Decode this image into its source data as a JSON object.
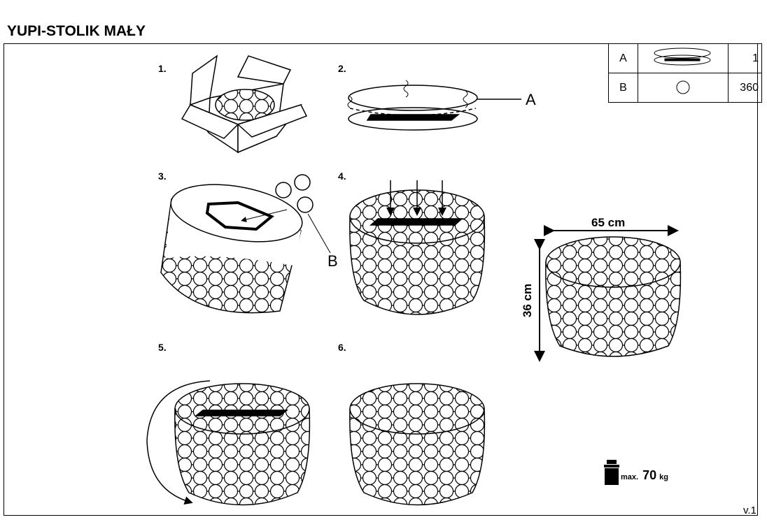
{
  "title": "YUPI-STOLIK MAŁY",
  "steps": [
    "1.",
    "2.",
    "3.",
    "4.",
    "5.",
    "6."
  ],
  "parts": [
    {
      "id": "A",
      "icon": "cover-board-icon",
      "qty": "1"
    },
    {
      "id": "B",
      "icon": "ball-icon",
      "qty": "360"
    }
  ],
  "callouts": {
    "a": "A",
    "b": "B"
  },
  "dimensions": {
    "width": "65 cm",
    "height": "36 cm"
  },
  "max_load": {
    "prefix": "max.",
    "value": "70",
    "unit": "kg"
  },
  "version": "v.1"
}
